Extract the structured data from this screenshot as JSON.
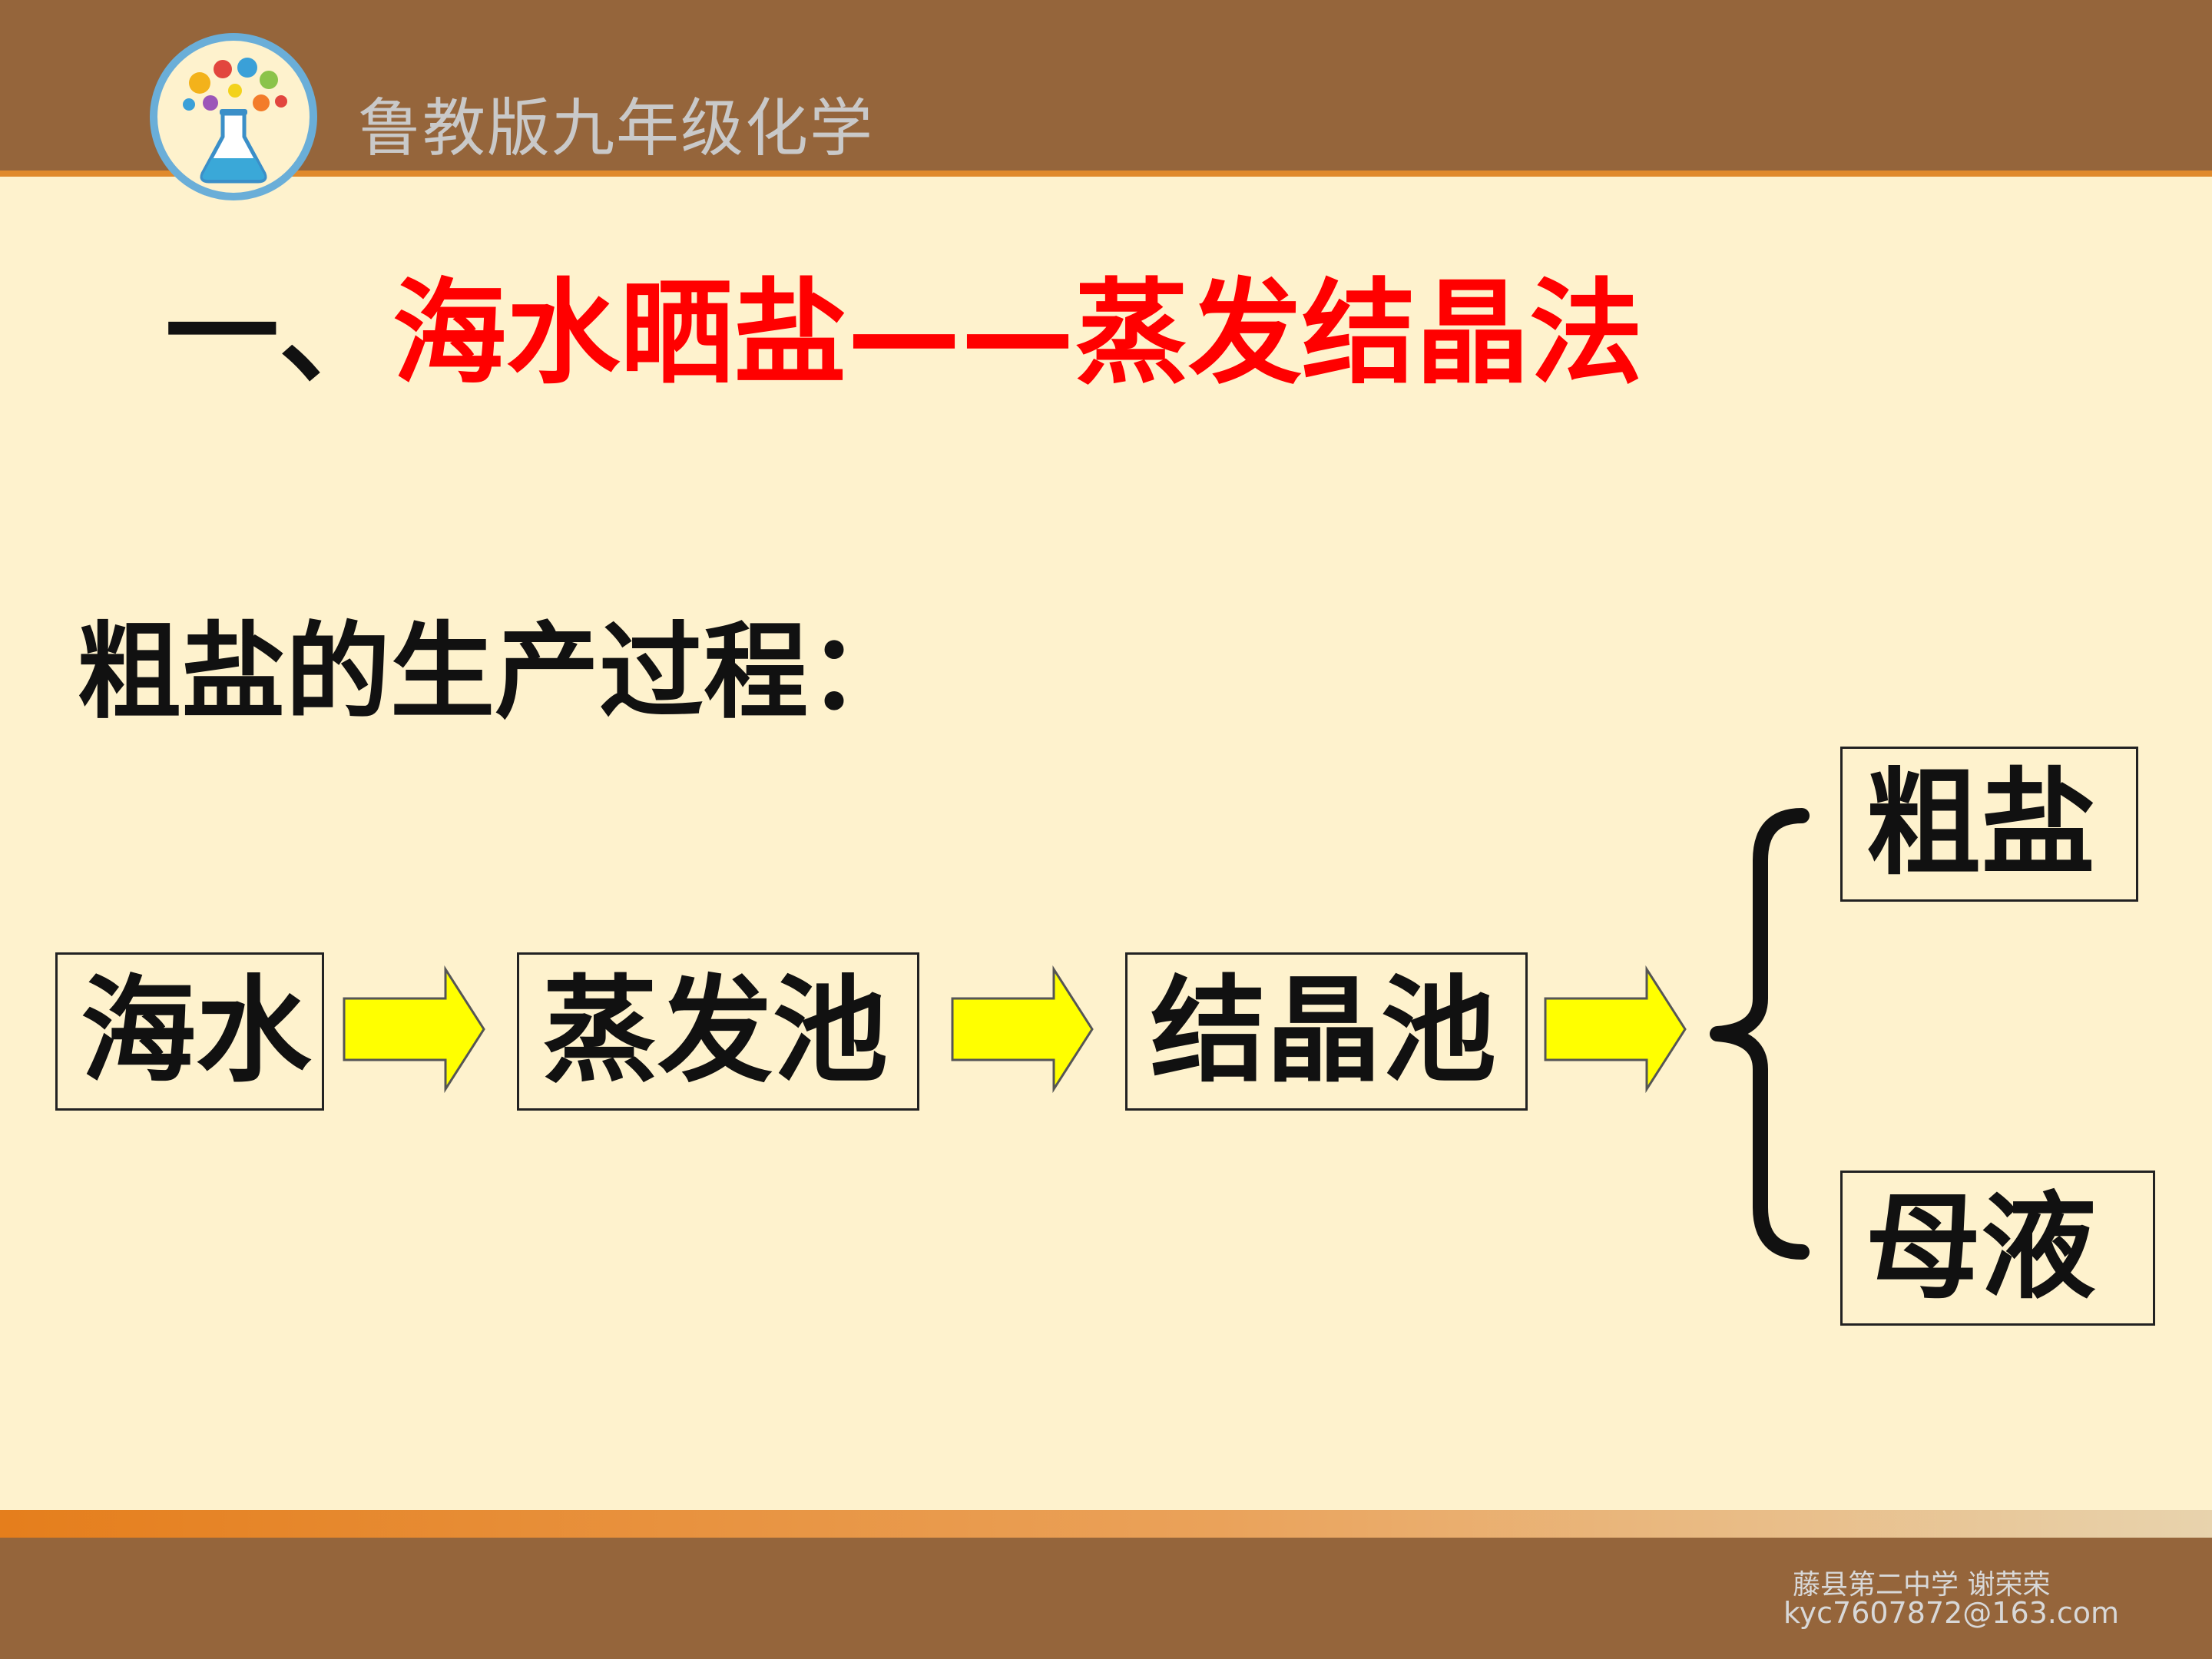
{
  "header": {
    "title": "鲁教版九年级化学"
  },
  "slide": {
    "title_prefix": "一、",
    "title_highlight": "海水晒盐——蒸发结晶法",
    "subtitle": "粗盐的生产过程："
  },
  "flow": {
    "steps": [
      "海水",
      "蒸发池",
      "结晶池"
    ],
    "outputs": [
      "粗盐",
      "母液"
    ]
  },
  "footer": {
    "line1": "藤县第二中学 谢荣荣",
    "line2": "kyc7607872@163.com"
  },
  "colors": {
    "header_bg": "#95653b",
    "slide_bg": "#fef2cd",
    "title_red": "#ff0000",
    "arrow_fill": "#ffff00",
    "accent_orange": "#e08a2c"
  },
  "icons": {
    "logo": "chemistry-flask-logo-icon"
  }
}
